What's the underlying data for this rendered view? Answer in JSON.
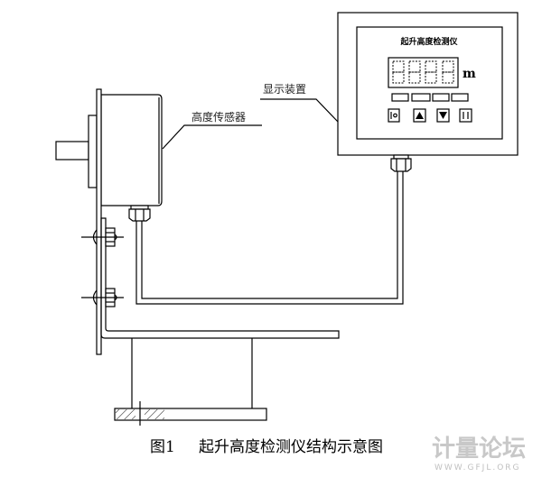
{
  "labels": {
    "sensor": "高度传感器",
    "display": "显示装置"
  },
  "display_panel": {
    "title": "起升高度检测仪",
    "unit": "m",
    "digits": 4,
    "buttons": [
      "reset-icon",
      "up-arrow-icon",
      "down-arrow-icon",
      "pause-icon"
    ]
  },
  "caption": {
    "figure_no": "图1",
    "title": "起升高度检测仪结构示意图"
  },
  "watermark": {
    "text": "计量论坛",
    "url_text": "WWW.GFJL.ORG"
  }
}
